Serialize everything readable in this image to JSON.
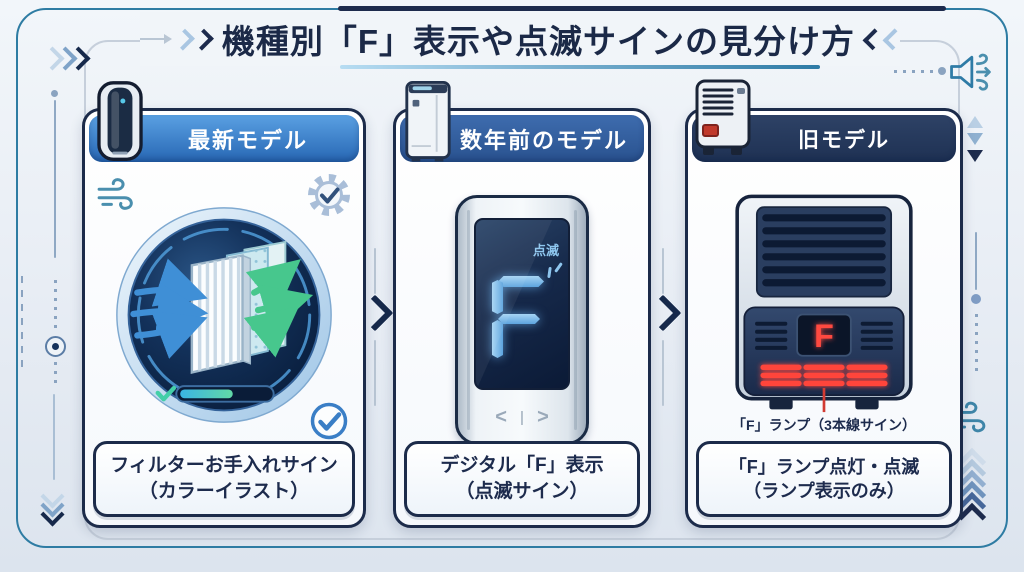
{
  "title": {
    "text": "機種別「F」表示や点滅サインの見分け方"
  },
  "panels": [
    {
      "header": "最新モデル",
      "caption_line1": "フィルターお手入れサイン",
      "caption_line2": "（カラーイラスト）"
    },
    {
      "header": "数年前のモデル",
      "screen_blink_label": "点滅",
      "screen_char": "F",
      "nav_left": "<",
      "nav_center": "|",
      "nav_right": ">",
      "caption_line1": "デジタル「F」表示",
      "caption_line2": "（点滅サイン）"
    },
    {
      "header": "旧モデル",
      "lamp_char": "F",
      "lamp_note": "「F」ランプ（3本線サイン）",
      "caption_line1": "「F」ランプ点灯・点滅",
      "caption_line2": "（ランプ表示のみ）"
    }
  ],
  "icons": {
    "wind": "wind-icon",
    "gear_check": "gear-check-icon",
    "check_circle": "check-circle-icon",
    "speaker": "speaker-wind-icon",
    "device_latest": "air-purifier-tower-icon",
    "device_recent": "air-purifier-box-icon",
    "device_old": "heater-icon",
    "flow_chevron": "chevron-right-icon"
  },
  "colors": {
    "accent_navy": "#1d2b4d",
    "frame_teal": "#2e7ca3",
    "header_blue": "#3b82d0",
    "header_mid_blue": "#35609f",
    "header_dark_navy": "#27395c",
    "lamp_red": "#ff4a40",
    "segment_blue": "#7cb9e8",
    "arrow_blue": "#3f8fd6",
    "arrow_green": "#47c78d"
  }
}
